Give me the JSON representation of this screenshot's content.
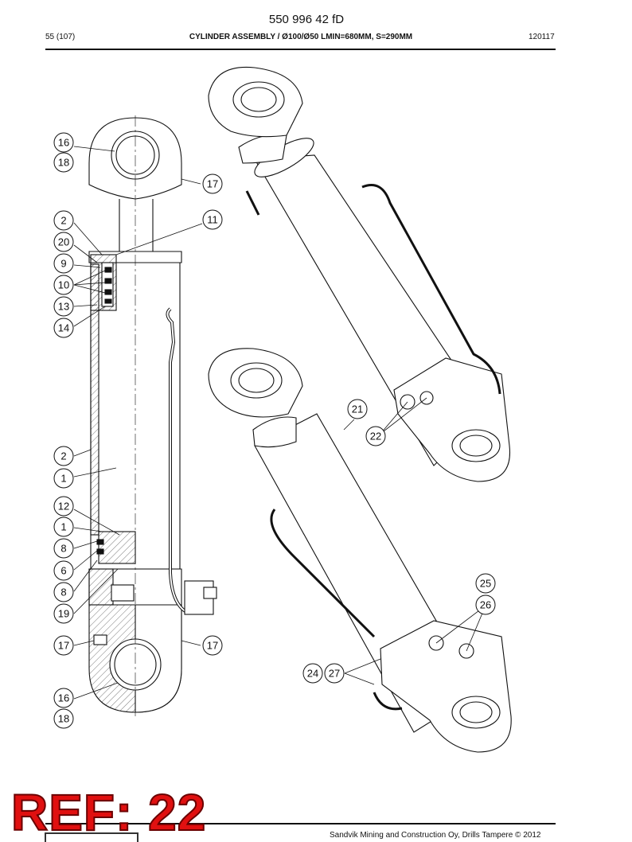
{
  "header": {
    "doc_number": "550 996 42 fD",
    "page": "55 (107)",
    "title": "CYLINDER ASSEMBLY / Ø100/Ø50 LMIN=680MM, S=290MM",
    "date": "120117"
  },
  "callouts": {
    "c16a": "16",
    "c18a": "18",
    "c17a": "17",
    "c2a": "2",
    "c11": "11",
    "c20": "20",
    "c9": "9",
    "c10": "10",
    "c13": "13",
    "c14": "14",
    "c2b": "2",
    "c1a": "1",
    "c12": "12",
    "c1b": "1",
    "c8a": "8",
    "c6": "6",
    "c8b": "8",
    "c19": "19",
    "c17b": "17",
    "c17c": "17",
    "c16b": "16",
    "c18b": "18",
    "c21": "21",
    "c22": "22",
    "c25": "25",
    "c26": "26",
    "c24": "24",
    "c27": "27"
  },
  "stamp": {
    "text": "REF: 22",
    "color": "#e01010"
  },
  "footer": {
    "copyright": "Sandvik Mining and Construction Oy, Drills Tampere © 2012"
  }
}
